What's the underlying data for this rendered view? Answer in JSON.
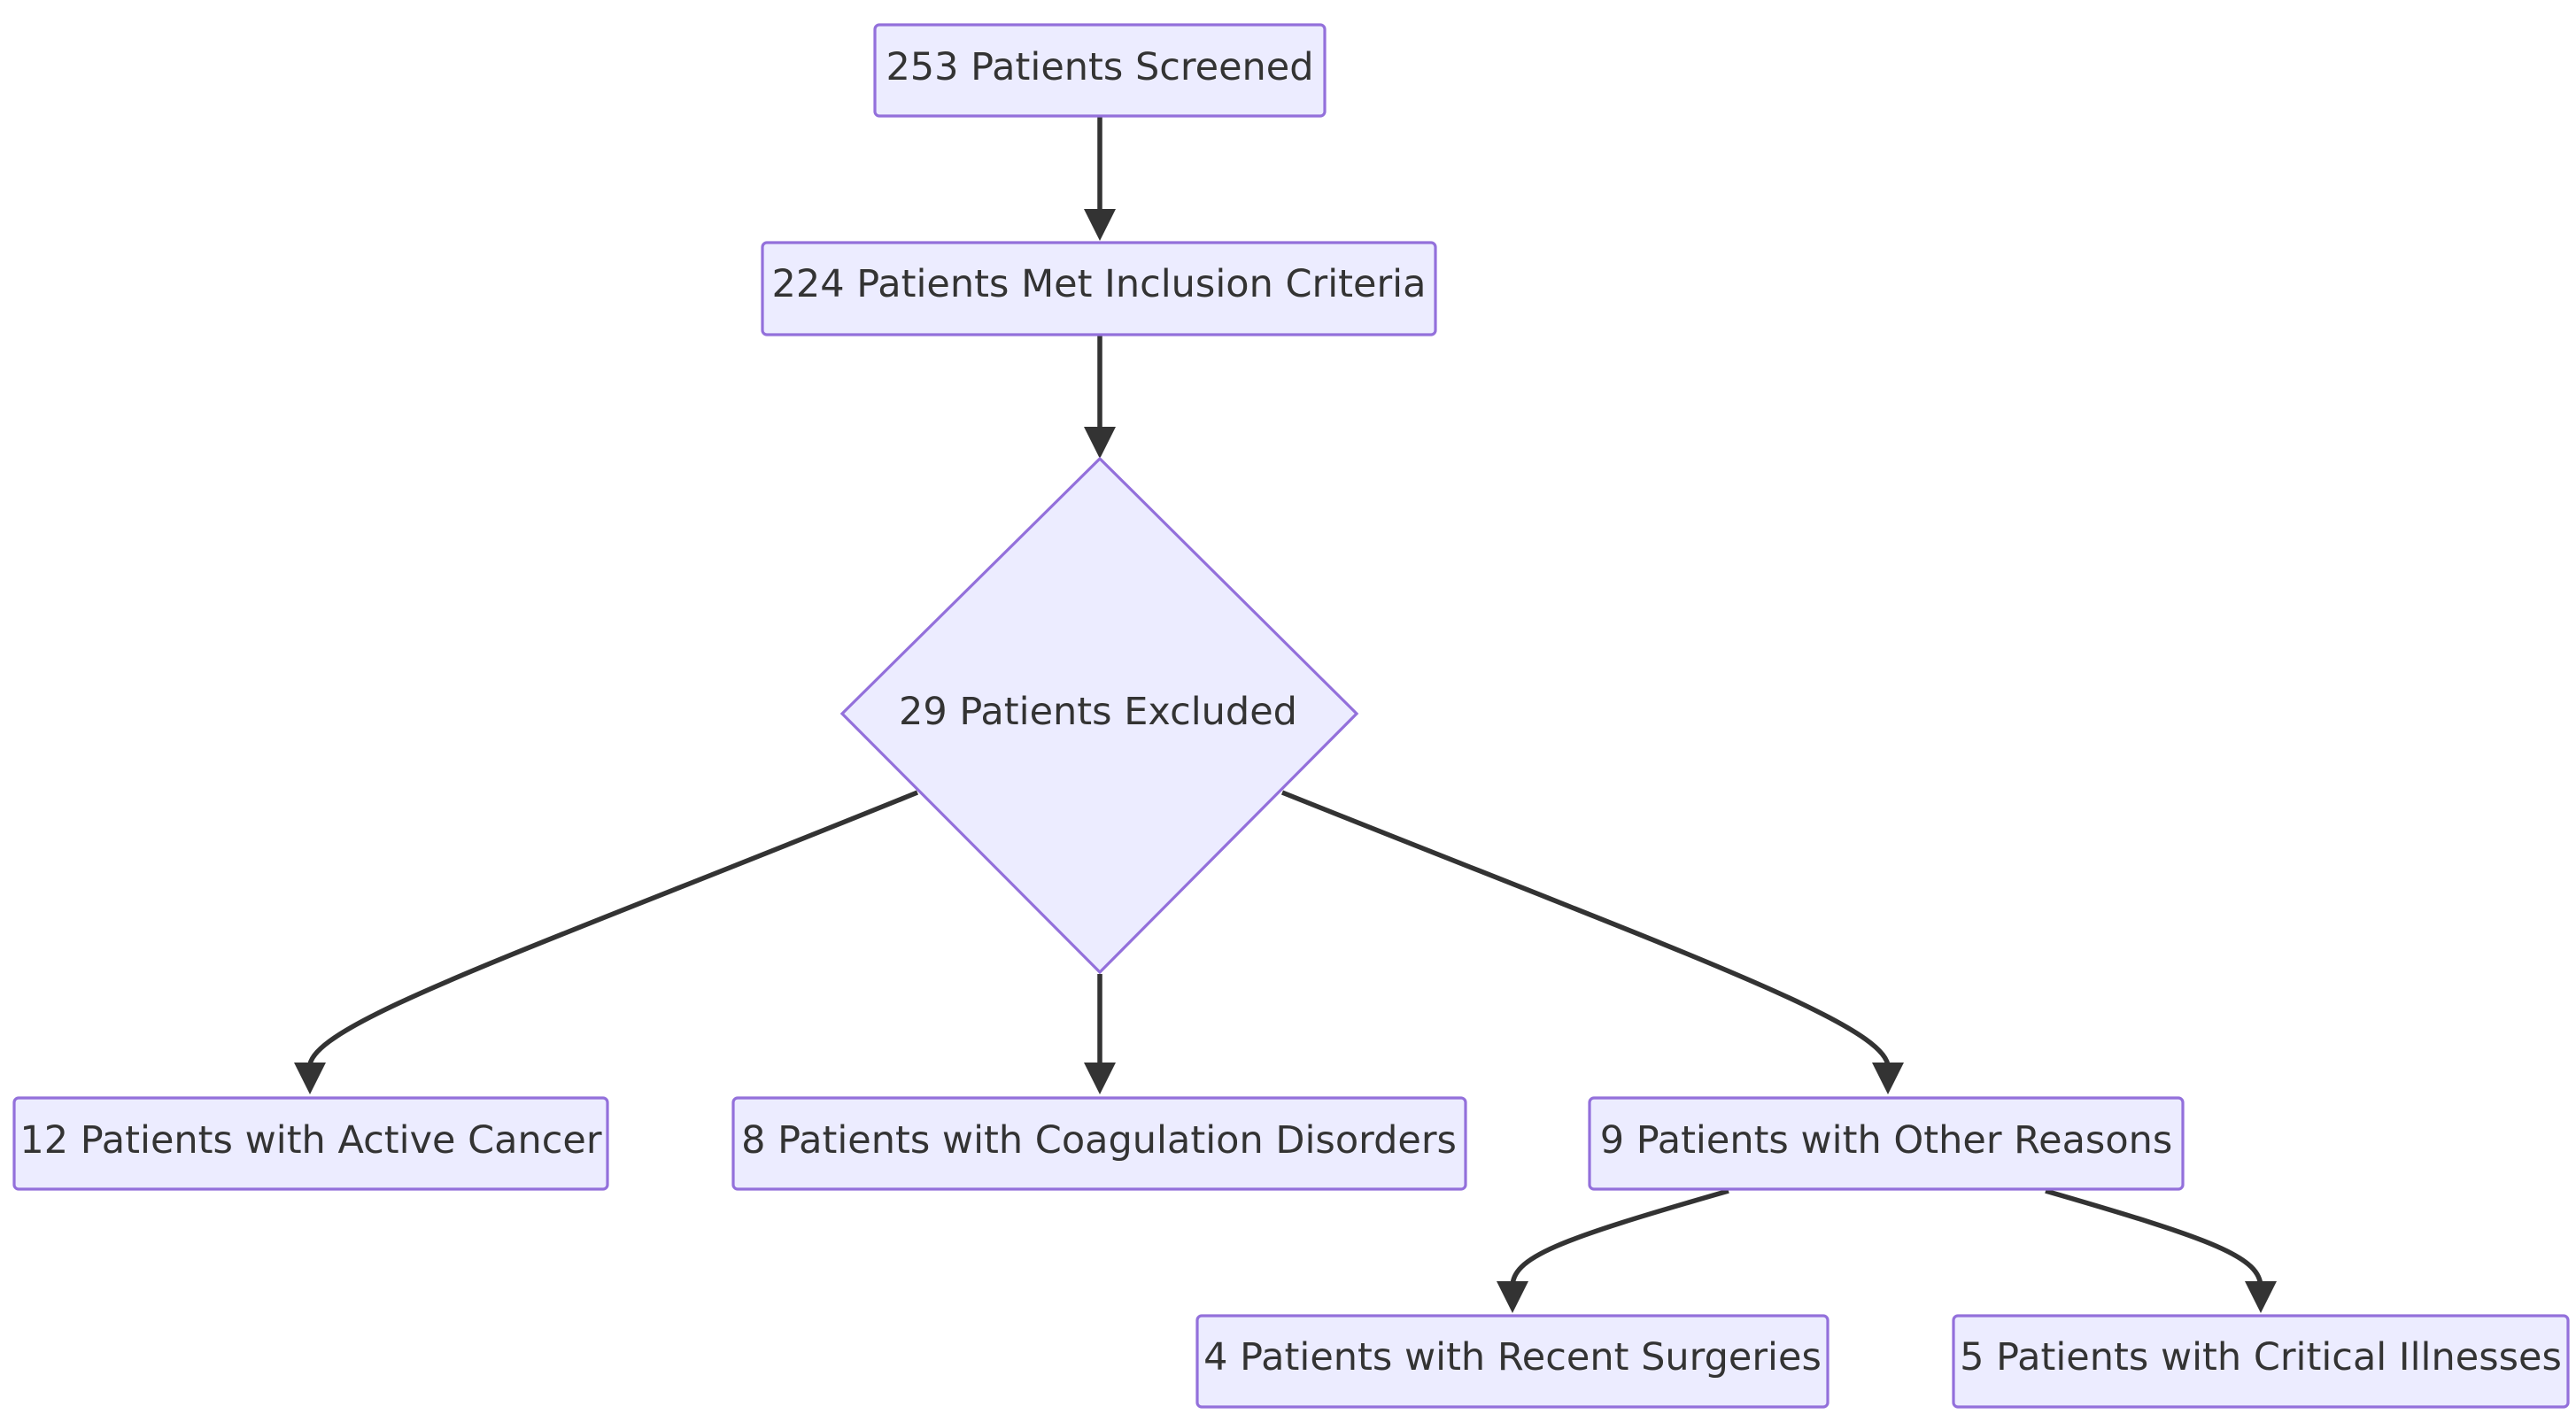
{
  "colors": {
    "node_fill": "#ececff",
    "node_stroke": "#9370db",
    "edge": "#333333",
    "text": "#333333",
    "background": "#ffffff"
  },
  "nodes": {
    "screened": "253 Patients Screened",
    "met_inclusion": "224 Patients Met Inclusion Criteria",
    "excluded": "29 Patients Excluded",
    "active_cancer": "12 Patients with Active Cancer",
    "coagulation": "8 Patients with Coagulation Disorders",
    "other_reasons": "9 Patients with Other Reasons",
    "recent_surgeries": "4 Patients with Recent Surgeries",
    "critical_illnesses": "5 Patients with Critical Illnesses"
  },
  "edges": [
    {
      "from": "screened",
      "to": "met_inclusion"
    },
    {
      "from": "met_inclusion",
      "to": "excluded"
    },
    {
      "from": "excluded",
      "to": "active_cancer"
    },
    {
      "from": "excluded",
      "to": "coagulation"
    },
    {
      "from": "excluded",
      "to": "other_reasons"
    },
    {
      "from": "other_reasons",
      "to": "recent_surgeries"
    },
    {
      "from": "other_reasons",
      "to": "critical_illnesses"
    }
  ]
}
